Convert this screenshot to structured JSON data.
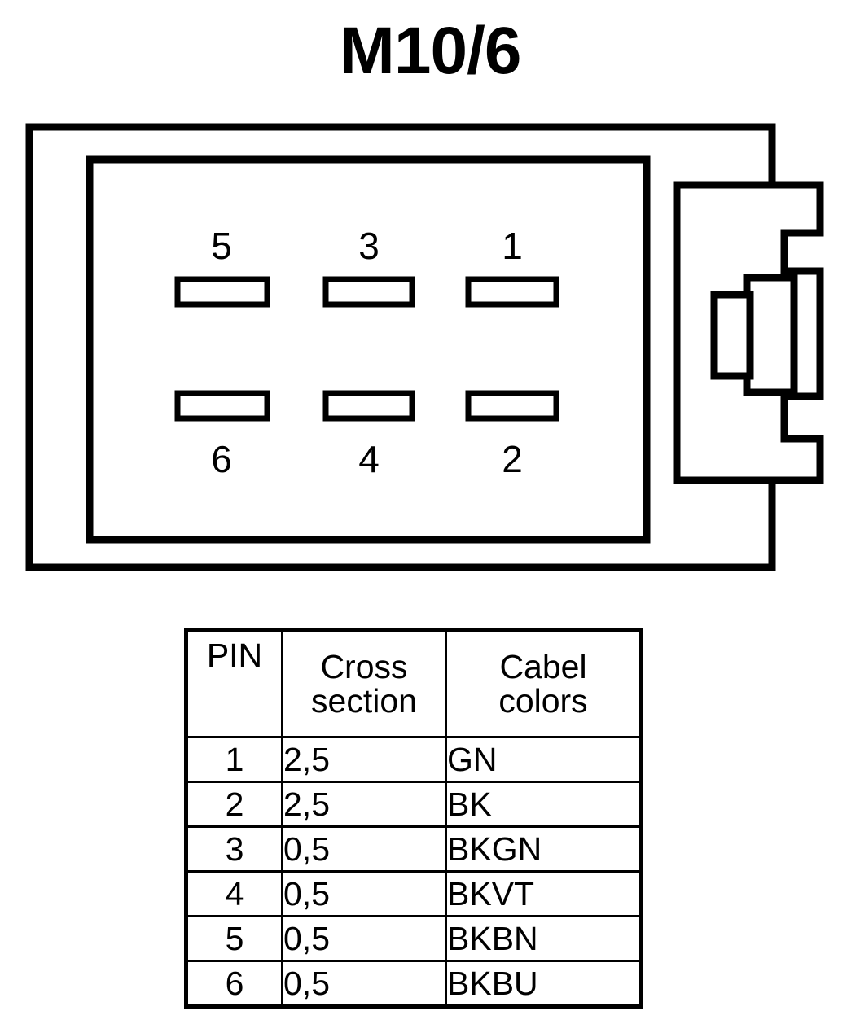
{
  "title": "M10/6",
  "connector": {
    "name": "connector-pinout-drawing",
    "pins_top_row": [
      {
        "label": "5"
      },
      {
        "label": "3"
      },
      {
        "label": "1"
      }
    ],
    "pins_bottom_row": [
      {
        "label": "6"
      },
      {
        "label": "4"
      },
      {
        "label": "2"
      }
    ],
    "line_color": "#000000",
    "fill_color": "#ffffff"
  },
  "table": {
    "headers": {
      "pin": "PIN",
      "cross_section_line1": "Cross",
      "cross_section_line2": "section",
      "cabel_colors_line1": "Cabel",
      "cabel_colors_line2": "colors"
    },
    "rows": [
      {
        "pin": "1",
        "cross_section": "2,5",
        "cabel_color": "GN"
      },
      {
        "pin": "2",
        "cross_section": "2,5",
        "cabel_color": "BK"
      },
      {
        "pin": "3",
        "cross_section": "0,5",
        "cabel_color": "BKGN"
      },
      {
        "pin": "4",
        "cross_section": "0,5",
        "cabel_color": "BKVT"
      },
      {
        "pin": "5",
        "cross_section": "0,5",
        "cabel_color": "BKBN"
      },
      {
        "pin": "6",
        "cross_section": "0,5",
        "cabel_color": "BKBU"
      }
    ]
  }
}
